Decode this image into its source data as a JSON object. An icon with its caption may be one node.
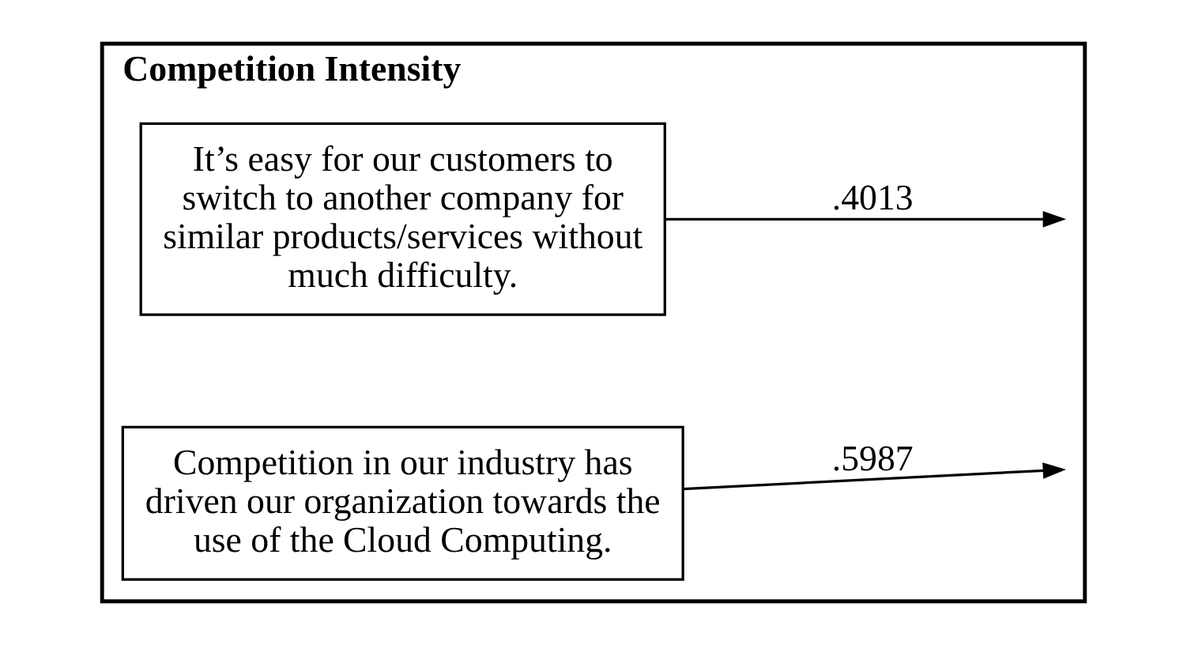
{
  "diagram": {
    "nodes": [
      {
        "text": [
          "Competition Intensity"
        ]
      },
      {
        "text": [
          "It’s easy for our customers to switch to another company for similar products/services without much difficulty."
        ],
        "in": 0
      },
      {
        "text": [
          "Competition in our industry has driven our organization towards the use of the Cloud Computing."
        ],
        "in": 0
      }
    ],
    "edges": [
      {
        "from": 1,
        "to": null,
        "arrow": "to",
        "label": ".4013"
      },
      {
        "from": 2,
        "to": null,
        "arrow": "to",
        "label": ".5987"
      }
    ]
  }
}
